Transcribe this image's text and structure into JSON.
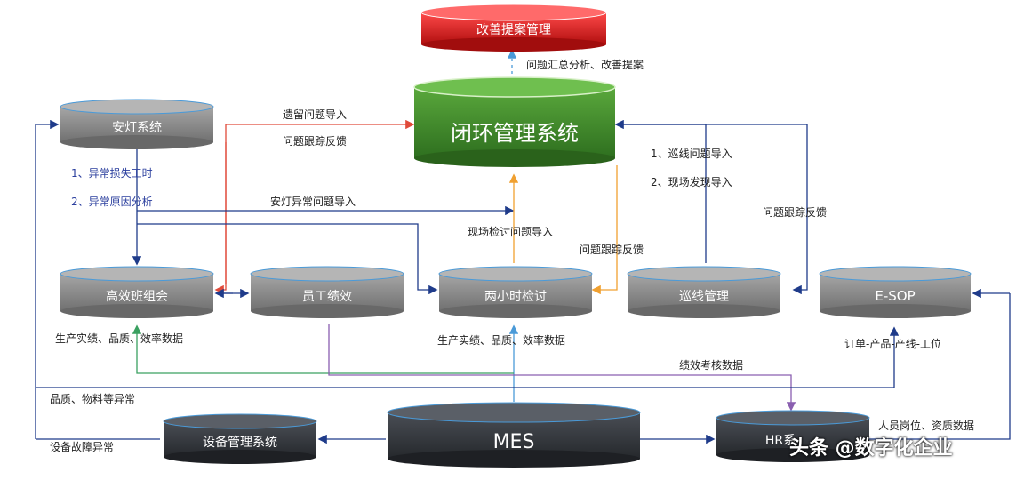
{
  "nodes": {
    "kaizen": "改善提案管理",
    "closed_loop": "闭环管理系统",
    "andon": "安灯系统",
    "efficient_meeting": "高效班组会",
    "staff_perf": "员工绩效",
    "two_hour_review": "两小时检讨",
    "patrol": "巡线管理",
    "esop": "E-SOP",
    "mes": "MES",
    "equipment": "设备管理系统",
    "hr": "HR系"
  },
  "labels": {
    "summary_analysis": "问题汇总分析、改善提案",
    "legacy_import": "遗留问题导入",
    "tracking_feedback_left": "问题跟踪反馈",
    "andon_item1": "1、异常损失工时",
    "andon_item2": "2、异常原因分析",
    "andon_import": "安灯异常问题导入",
    "onsite_review_import": "现场检讨问题导入",
    "tracking_feedback_mid": "问题跟踪反馈",
    "patrol_item1": "1、巡线问题导入",
    "patrol_item2": "2、现场发现导入",
    "tracking_feedback_right": "问题跟踪反馈",
    "prod_left": "生产实绩、品质、效率数据",
    "prod_mid": "生产实绩、品质、效率数据",
    "order_line": "订单-产品-产线-工位",
    "perf_data": "绩效考核数据",
    "quality_material": "品质、物料等异常",
    "equip_fault": "设备故障异常",
    "hr_data": "人员岗位、资质数据"
  },
  "watermark": "头条 @数字化企业",
  "colors": {
    "kaizen": "#cc1a1a",
    "closed_loop": "#3f8f2c",
    "gray_node": "#8c8c8c",
    "dark_node": "#3a3d42",
    "line_blue": "#1f3b8a",
    "line_red": "#e04a3a",
    "line_orange": "#f0a030",
    "line_green": "#3aa060",
    "line_purple": "#8a5fb0",
    "line_lightblue": "#4a9ad8"
  }
}
